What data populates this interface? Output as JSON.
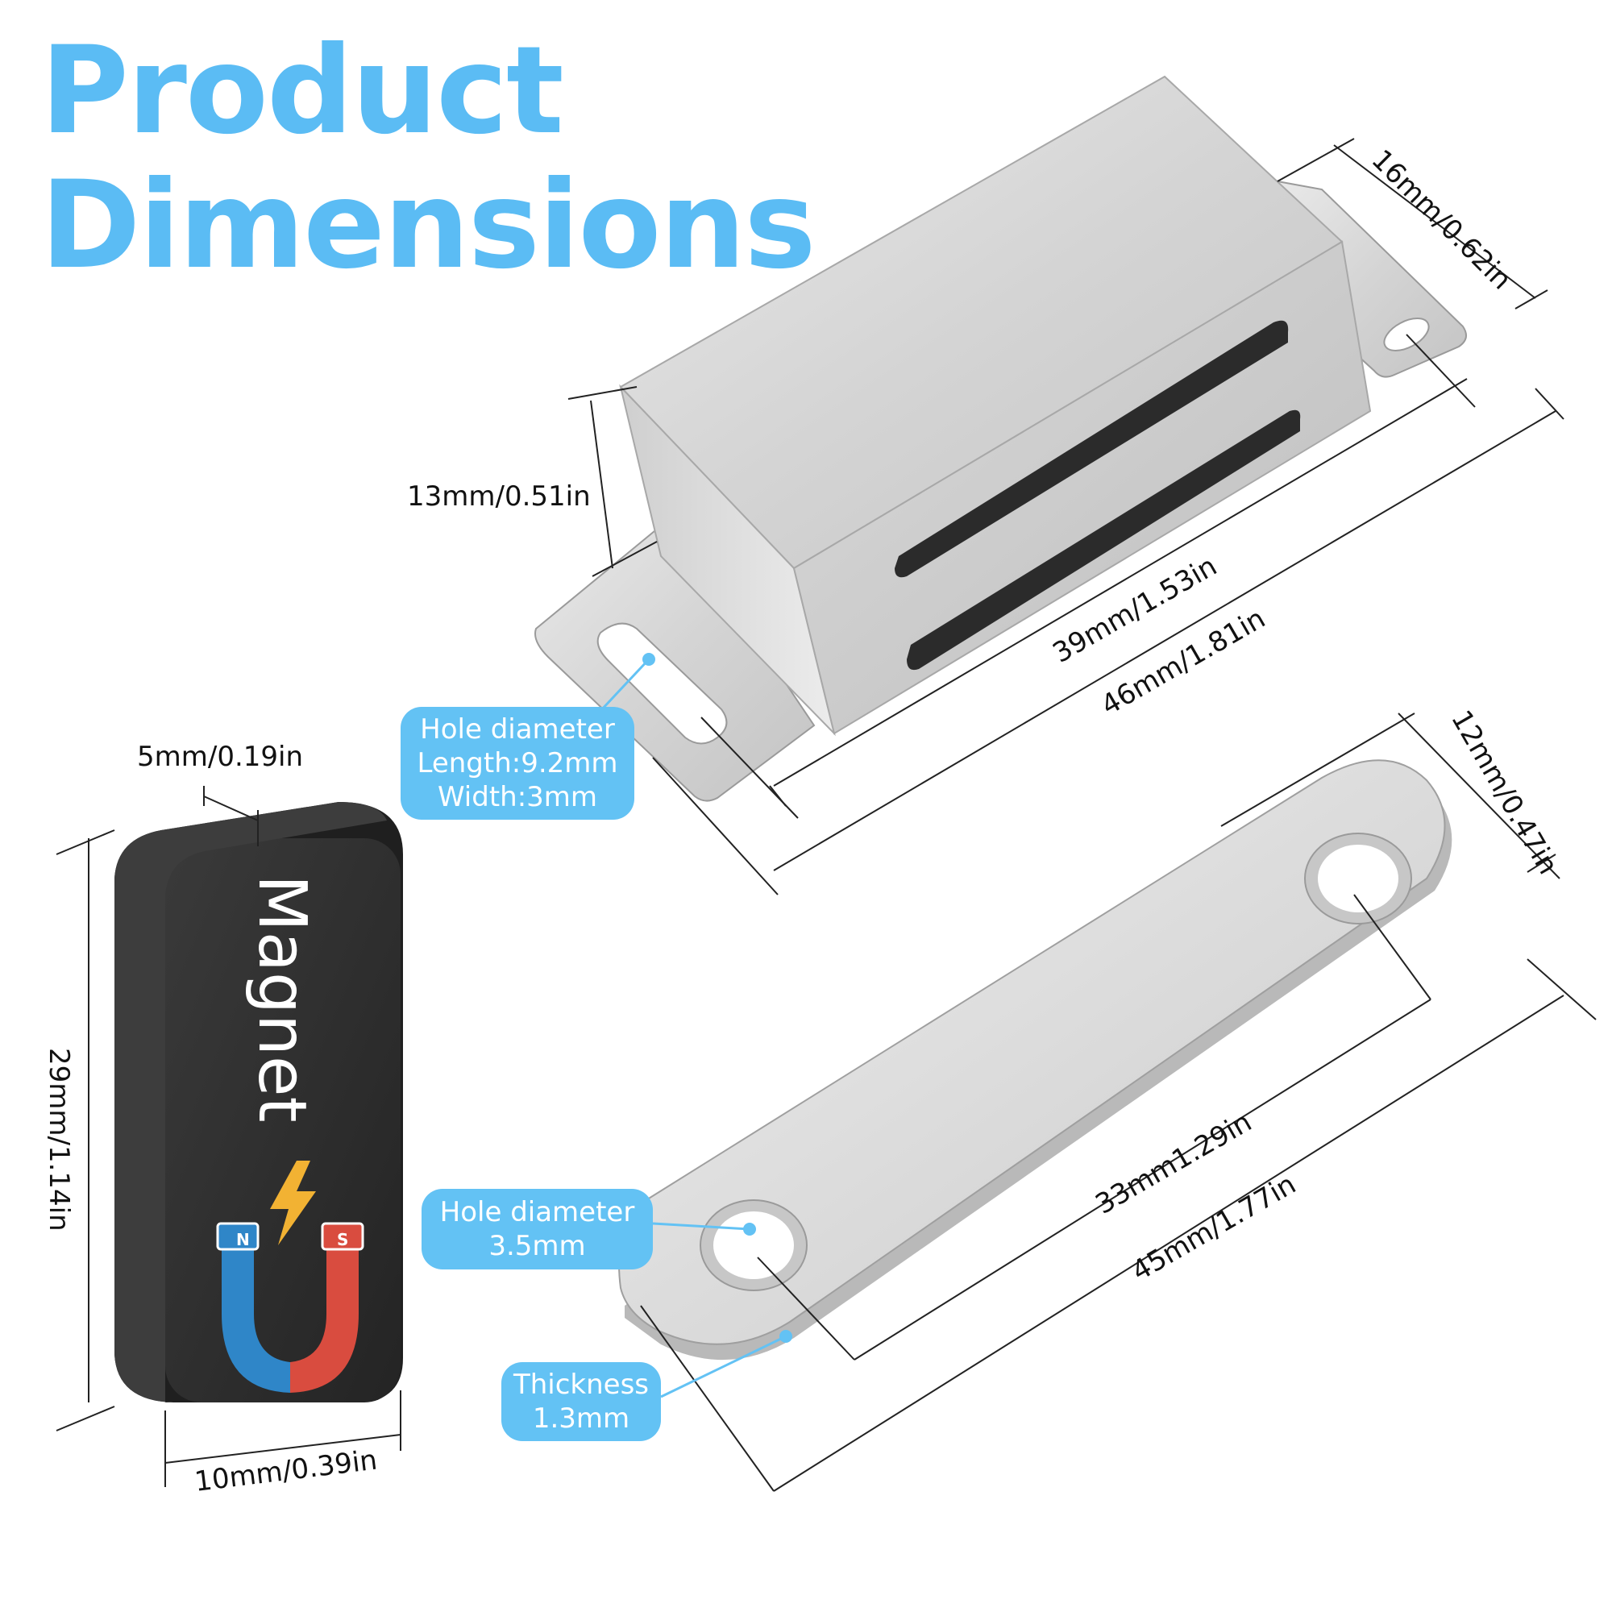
{
  "title": {
    "line1": "Product",
    "line2": "Dimensions"
  },
  "catch": {
    "height": "13mm/0.51in",
    "depth": "16mm/0.62in",
    "body_length": "39mm/1.53in",
    "total_length": "46mm/1.81in"
  },
  "hole_callout": {
    "line1": "Hole diameter",
    "line2": "Length:9.2mm",
    "line3": "Width:3mm"
  },
  "magnet": {
    "label": "Magnet",
    "thickness": "5mm/0.19in",
    "height": "29mm/1.14in",
    "width": "10mm/0.39in",
    "pole_n": "N",
    "pole_s": "S"
  },
  "plate": {
    "width": "12mm/0.47in",
    "hole_spacing": "33mm1.29in",
    "length": "45mm/1.77in"
  },
  "plate_hole_callout": {
    "line1": "Hole diameter",
    "line2": "3.5mm"
  },
  "thickness_callout": {
    "line1": "Thickness",
    "line2": "1.3mm"
  },
  "colors": {
    "title": "#5bbcf4",
    "callout": "#63c2f4",
    "magnet_body": "#2a2a2a",
    "metal": "#d9d9d9",
    "magnet_red": "#d94c3f",
    "magnet_blue": "#2f86c8"
  }
}
